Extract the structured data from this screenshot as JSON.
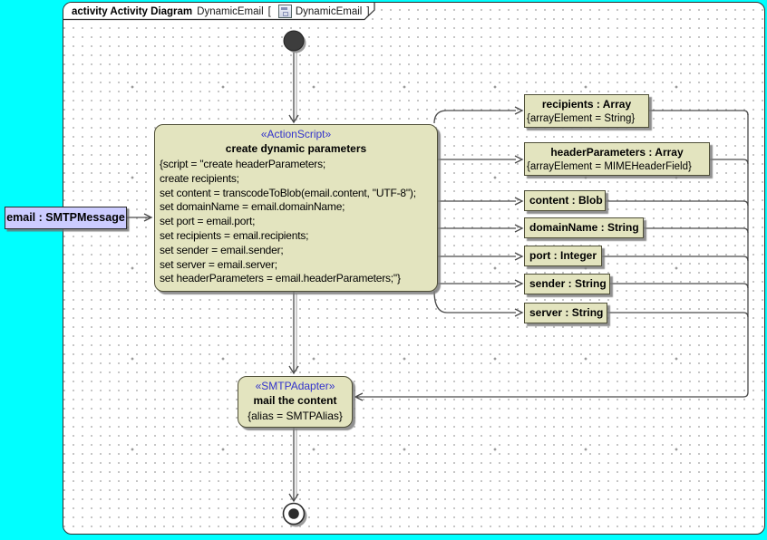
{
  "frame": {
    "kind_label": "activity Activity Diagram",
    "name": "DynamicEmail",
    "context_open": "[",
    "context_name": "DynamicEmail",
    "context_close": "]"
  },
  "colors": {
    "canvas_background": "#00FFFF",
    "node_fill": "#E3E4BF",
    "email_pin_fill": "#CCCCFF",
    "stereotype_text": "#3333CC",
    "connector": "#4A4A4A"
  },
  "nodes": {
    "email": {
      "label": "email : SMTPMessage"
    },
    "action": {
      "stereotype": "«ActionScript»",
      "name": "create dynamic parameters",
      "script_lines": [
        "{script = \"create headerParameters;",
        "create recipients;",
        "set content = transcodeToBlob(email.content, \"UTF-8\");",
        "set domainName = email.domainName;",
        "set port = email.port;",
        "set recipients = email.recipients;",
        "set sender = email.sender;",
        "set server = email.server;",
        "set headerParameters = email.headerParameters;\"}"
      ]
    },
    "objects": [
      {
        "name": "recipients : Array",
        "tag": "{arrayElement = String}"
      },
      {
        "name": "headerParameters : Array",
        "tag": "{arrayElement = MIMEHeaderField}"
      },
      {
        "name": "content : Blob"
      },
      {
        "name": "domainName : String"
      },
      {
        "name": "port : Integer"
      },
      {
        "name": "sender : String"
      },
      {
        "name": "server : String"
      }
    ],
    "adapter": {
      "stereotype": "«SMTPAdapter»",
      "name": "mail the content",
      "tag": "{alias = SMTPAlias}"
    }
  }
}
